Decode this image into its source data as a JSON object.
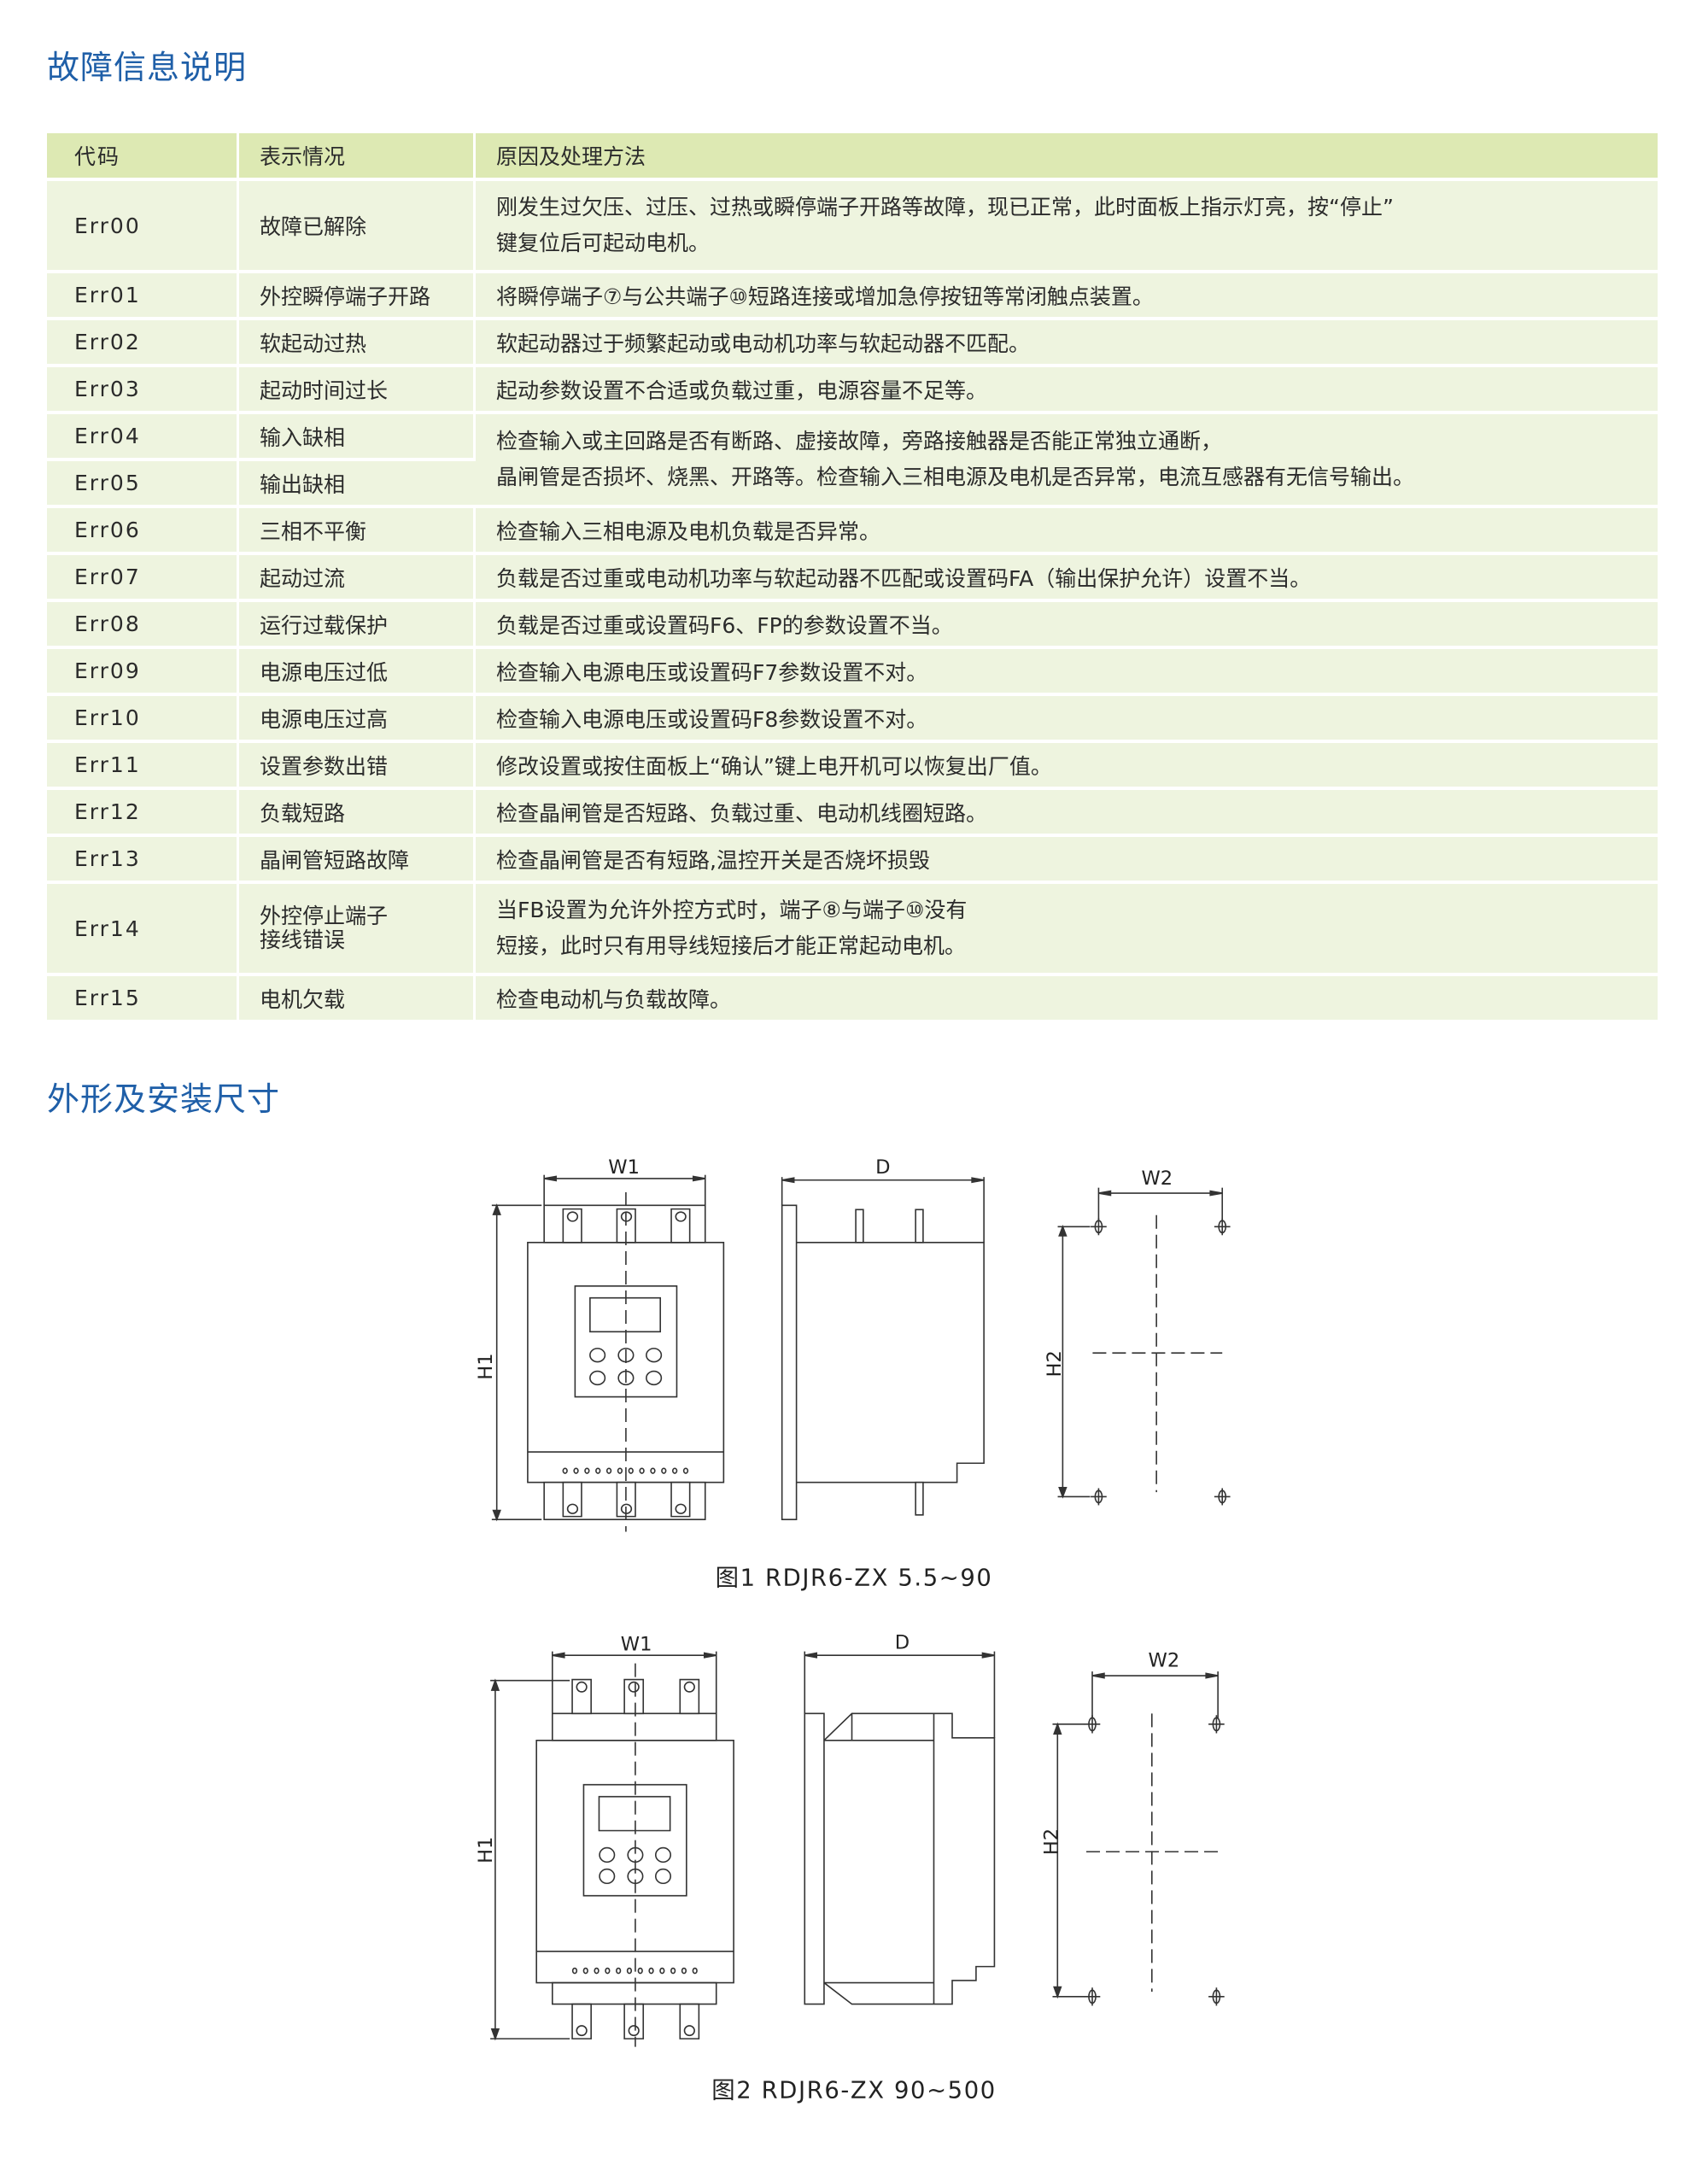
{
  "sections": {
    "fault_title": "故障信息说明",
    "dimension_title": "外形及安装尺寸"
  },
  "table": {
    "headers": [
      "代码",
      "表示情况",
      "原因及处理方法"
    ],
    "rows": [
      {
        "code": "Err00",
        "status": "故障已解除",
        "cause_lines": [
          "刚发生过欠压、过压、过热或瞬停端子开路等故障，现已正常，此时面板上指示灯亮，按“停止”",
          "键复位后可起动电机。"
        ]
      },
      {
        "code": "Err01",
        "status": "外控瞬停端子开路",
        "cause_lines": [
          "将瞬停端子⑦与公共端子⑩短路连接或增加急停按钮等常闭触点装置。"
        ]
      },
      {
        "code": "Err02",
        "status": "软起动过热",
        "cause_lines": [
          "软起动器过于频繁起动或电动机功率与软起动器不匹配。"
        ]
      },
      {
        "code": "Err03",
        "status": "起动时间过长",
        "cause_lines": [
          "起动参数设置不合适或负载过重，电源容量不足等。"
        ]
      },
      {
        "code": "Err04",
        "status": "输入缺相",
        "cause_lines": [
          "检查输入或主回路是否有断路、虚接故障，旁路接触器是否能正常独立通断，",
          "晶闸管是否损坏、烧黑、开路等。检查输入三相电源及电机是否异常，电流互感器有无信号输出。"
        ]
      },
      {
        "code": "Err05",
        "status": "输出缺相"
      },
      {
        "code": "Err06",
        "status": "三相不平衡",
        "cause_lines": [
          "检查输入三相电源及电机负载是否异常。"
        ]
      },
      {
        "code": "Err07",
        "status": "起动过流",
        "cause_lines": [
          "负载是否过重或电动机功率与软起动器不匹配或设置码FA（输出保护允许）设置不当。"
        ]
      },
      {
        "code": "Err08",
        "status": "运行过载保护",
        "cause_lines": [
          "负载是否过重或设置码F6、FP的参数设置不当。"
        ]
      },
      {
        "code": "Err09",
        "status": "电源电压过低",
        "cause_lines": [
          "检查输入电源电压或设置码F7参数设置不对。"
        ]
      },
      {
        "code": "Err10",
        "status": "电源电压过高",
        "cause_lines": [
          "检查输入电源电压或设置码F8参数设置不对。"
        ]
      },
      {
        "code": "Err11",
        "status": "设置参数出错",
        "cause_lines": [
          "修改设置或按住面板上“确认”键上电开机可以恢复出厂值。"
        ]
      },
      {
        "code": "Err12",
        "status": "负载短路",
        "cause_lines": [
          "检查晶闸管是否短路、负载过重、电动机线圈短路。"
        ]
      },
      {
        "code": "Err13",
        "status": "晶闸管短路故障",
        "cause_lines": [
          "检查晶闸管是否有短路,温控开关是否烧坏损毁"
        ]
      },
      {
        "code": "Err14",
        "status_lines": [
          "外控停止端子",
          "接线错误"
        ],
        "cause_lines": [
          "当FB设置为允许外控方式时，端子⑧与端子⑩没有",
          "短接，此时只有用导线短接后才能正常起动电机。"
        ]
      },
      {
        "code": "Err15",
        "status": "电机欠载",
        "cause_lines": [
          "检查电动机与负载故障。"
        ]
      }
    ]
  },
  "figures": [
    {
      "caption": "图1  RDJR6-ZX 5.5~90",
      "labels": {
        "w1": "W1",
        "d": "D",
        "w2": "W2",
        "h1": "H1",
        "h2": "H2"
      }
    },
    {
      "caption": "图2  RDJR6-ZX 90~500",
      "labels": {
        "w1": "W1",
        "d": "D",
        "w2": "W2",
        "h1": "H1",
        "h2": "H2"
      }
    }
  ]
}
